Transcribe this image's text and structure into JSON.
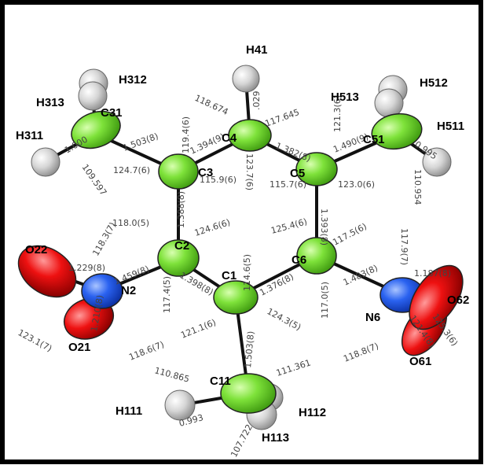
{
  "atoms": {
    "C1": "C1",
    "C2": "C2",
    "C3": "C3",
    "C4": "C4",
    "C5": "C5",
    "C6": "C6",
    "C11": "C11",
    "C31": "C31",
    "C51": "C51",
    "N2": "N2",
    "N6": "N6",
    "O21": "O21",
    "O22": "O22",
    "O61": "O61",
    "O62": "O62",
    "H41": "H41",
    "H111": "H111",
    "H112": "H112",
    "H113": "H113",
    "H311": "H311",
    "H312": "H312",
    "H313": "H313",
    "H511": "H511",
    "H512": "H512",
    "H513": "H513"
  },
  "measurements": {
    "m1": "1.503(8)",
    "m2": "119.4(6)",
    "m3": "1.394(9)",
    "m4": "118.674",
    "m5": ".029",
    "m6": "117.645",
    "m7": "1.382(8)",
    "m8": "121.3(6)",
    "m9": "1.490(9)",
    "m10": "0.995",
    "m11": "1.000",
    "m12": "109.597",
    "m13": "124.7(6)",
    "m14": "115.9(6)",
    "m15": "123.7(6)",
    "m16": "115.7(6)",
    "m17": "123.0(6)",
    "m18": "110.954",
    "m19": "118.3(7)",
    "m20": "118.0(5)",
    "m21": "1.388(8)",
    "m22": "124.6(6)",
    "m23": "125.4(6)",
    "m24": "1.393(8)",
    "m25": "117.5(6)",
    "m26": "117.9(7)",
    "m27": "1.229(8)",
    "m28": "1.459(8)",
    "m29": "114.6(5)",
    "m30": "1.398(8)",
    "m31": "1.376(8)",
    "m32": "1.483(8)",
    "m33": "1.187(8)",
    "m34": "117.4(5)",
    "m35": "117.0(5)",
    "m36": "121.1(6)",
    "m37": "124.3(5)",
    "m38": "123.1(7)",
    "m39": "1.210(8)",
    "m40": "118.6(7)",
    "m41": "110.865",
    "m42": "1.503(8)",
    "m43": "111.361",
    "m44": "118.8(7)",
    "m45": "121.4(8)",
    "m46": "125.3(6)",
    "m47": "0.993",
    "m48": "107.722"
  },
  "colors": {
    "carbon": "#7ee23a",
    "nitrogen": "#2a62f0",
    "oxygen": "#ee1111",
    "hydrogen": "#d6d6d6"
  }
}
